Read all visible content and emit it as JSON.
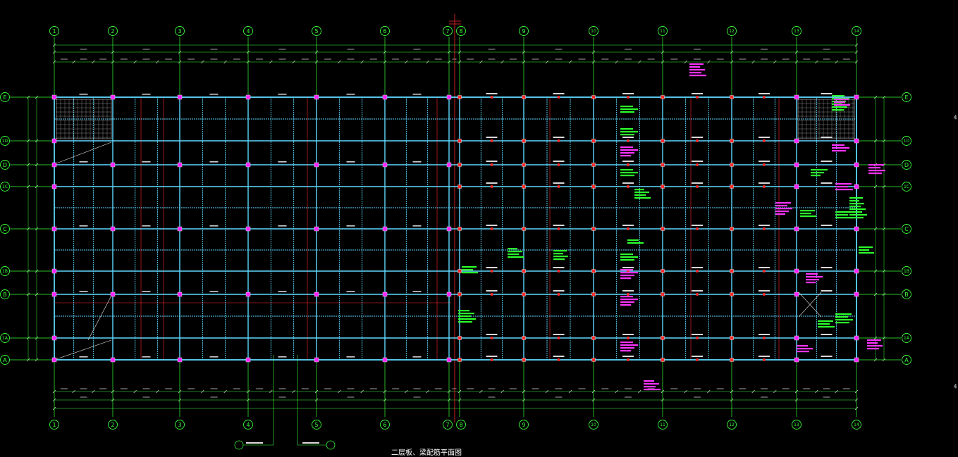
{
  "drawing": {
    "title": "二层板、梁配筋平面图",
    "background": "#000000"
  },
  "colors": {
    "grid_line": "#39ff39",
    "axis_red": "#ff2a2a",
    "beam_cyan": "#5fd9ff",
    "column_magenta": "#ff22ff",
    "column_red": "#ff2a2a",
    "dim_white": "#e6e6e6",
    "note_green": "#2cff2c",
    "note_magenta": "#ff33ff"
  },
  "axes": {
    "columns": [
      "1",
      "2",
      "3",
      "4",
      "5",
      "6",
      "7",
      "8",
      "9",
      "10",
      "11",
      "12",
      "13",
      "14"
    ],
    "rows": [
      "E",
      "1D",
      "D",
      "1C",
      "C",
      "1B",
      "B",
      "1A",
      "A"
    ]
  },
  "section_marks": {
    "left": "",
    "right": ""
  },
  "edge_marks": [
    "4",
    "4"
  ],
  "icons": {
    "axis_bubble": "axis-bubble-icon",
    "section_marker": "section-marker-icon",
    "column": "column-square-icon"
  }
}
